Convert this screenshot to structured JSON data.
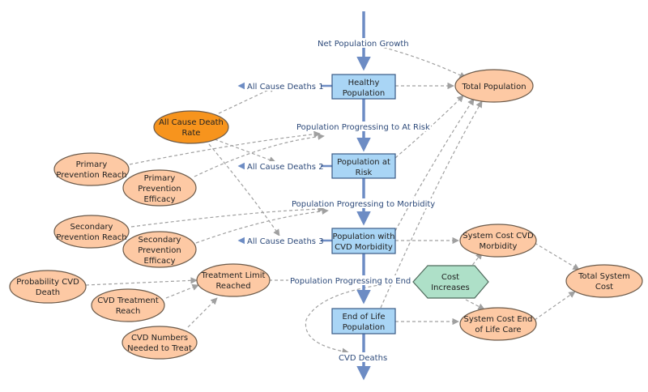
{
  "stocks": {
    "healthy_population": [
      "Healthy",
      "Population"
    ],
    "population_at_risk": [
      "Population at",
      "Risk"
    ],
    "population_cvd_morbidity": [
      "Population with",
      "CVD Morbidity"
    ],
    "end_of_life_population": [
      "End of Life",
      "Population"
    ]
  },
  "flows": {
    "net_population_growth": "Net Population Growth",
    "all_cause_deaths_1": "All Cause Deaths 1",
    "all_cause_deaths_2": "All Cause Deaths 2",
    "all_cause_deaths_3": "All Cause Deaths 3",
    "population_progressing_at_risk": "Population Progressing to At Risk",
    "population_progressing_morbidity": "Population Progressing to Morbidity",
    "population_progressing_end": "Population Progressing to End o",
    "cvd_deaths": "CVD Deaths"
  },
  "variables": {
    "total_population": [
      "Total Population"
    ],
    "all_cause_death_rate": [
      "All Cause Death",
      "Rate"
    ],
    "primary_prevention_reach": [
      "Primary",
      "Prevention Reach"
    ],
    "primary_prevention_efficacy": [
      "Primary",
      "Prevention",
      "Efficacy"
    ],
    "secondary_prevention_reach": [
      "Secondary",
      "Prevention Reach"
    ],
    "secondary_prevention_efficacy": [
      "Secondary",
      "Prevention",
      "Efficacy"
    ],
    "probability_cvd_death": [
      "Probability CVD",
      "Death"
    ],
    "treatment_limit_reached": [
      "Treatment Limit",
      "Reached"
    ],
    "cvd_treatment_reach": [
      "CVD Treatment",
      "Reach"
    ],
    "cvd_numbers_needed": [
      "CVD Numbers",
      "Needed to Treat"
    ],
    "system_cost_cvd_morbidity": [
      "System Cost CVD",
      "Morbidity"
    ],
    "system_cost_end_of_life": [
      "System Cost End",
      "of Life Care"
    ],
    "total_system_cost": [
      "Total System",
      "Cost"
    ],
    "cost_increases": [
      "Cost",
      "Increases"
    ]
  },
  "colors": {
    "stock_fill": "#a9d5f5",
    "stock_stroke": "#3a5a86",
    "variable_fill": "#fdc9a4",
    "variable_stroke": "#6b5a4a",
    "highlight_fill": "#f7941d",
    "hexagon_fill": "#aee0c8",
    "flow_color": "#6d8cc4",
    "link_color": "#a0a0a0"
  }
}
